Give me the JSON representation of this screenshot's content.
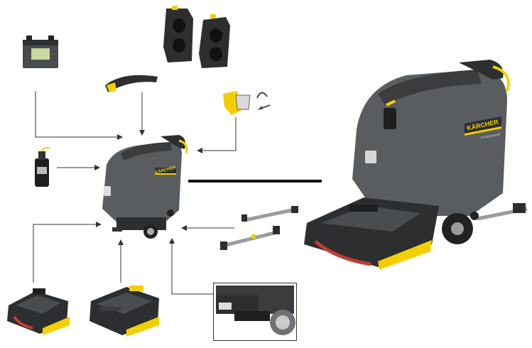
{
  "brand": {
    "name": "KÄRCHER",
    "sub": "Professional",
    "color_yellow": "#f4cf00",
    "color_dark": "#3a3c3e",
    "color_body": "#5a5d60"
  },
  "components": [
    {
      "id": "battery",
      "icon": "battery-icon"
    },
    {
      "id": "hood",
      "icon": "hood-cover-icon"
    },
    {
      "id": "brush-housings",
      "icon": "brush-housing-icon"
    },
    {
      "id": "squeegee-clips",
      "icon": "squeegee-clip-icon"
    },
    {
      "id": "detergent-bottle",
      "icon": "detergent-bottle-icon"
    },
    {
      "id": "squeegees",
      "icon": "squeegee-bar-icon"
    },
    {
      "id": "disc-brush-head",
      "icon": "disc-brush-head-icon"
    },
    {
      "id": "roller-brush-head",
      "icon": "roller-brush-head-icon"
    },
    {
      "id": "wheel-detail",
      "icon": "wheel-detail-icon"
    }
  ]
}
